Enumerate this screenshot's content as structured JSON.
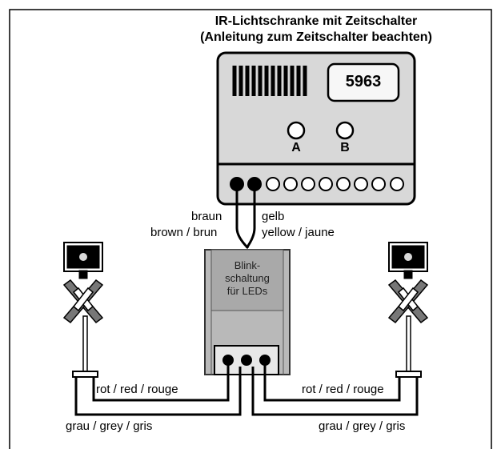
{
  "title": {
    "line1": "IR-Lichtschranke mit Zeitschalter",
    "line2": "(Anleitung zum Zeitschalter beachten)"
  },
  "device": {
    "model": "5963",
    "button_a": "A",
    "button_b": "B"
  },
  "blinker": {
    "line1": "Blink-",
    "line2": "schaltung",
    "line3": "für LEDs"
  },
  "wires": {
    "left_color_de": "braun",
    "left_color_en_fr": "brown / brun",
    "right_color_de": "gelb",
    "right_color_en_fr": "yellow / jaune",
    "red_left": "rot / red / rouge",
    "red_right": "rot / red / rouge",
    "grey_left": "grau / grey / gris",
    "grey_right": "grau / grey / gris"
  },
  "colors": {
    "device_fill": "#d8d8d8",
    "module_fill": "#b9b9b9",
    "line": "#000000"
  }
}
